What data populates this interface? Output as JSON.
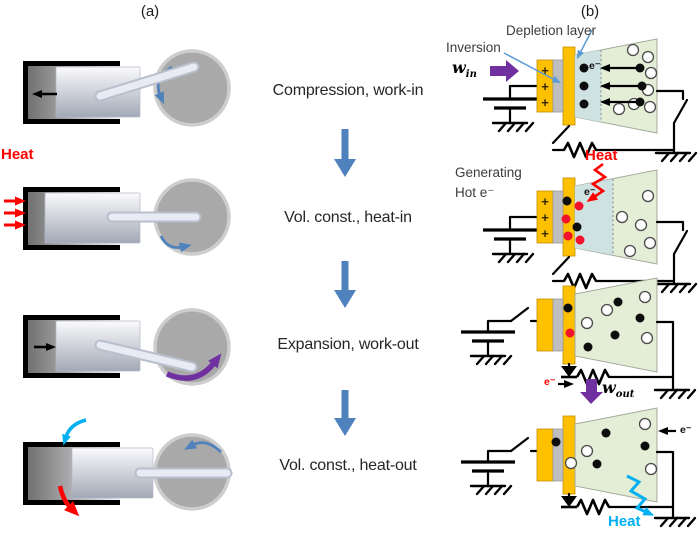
{
  "header": {
    "left": "(a)",
    "right": "(b)"
  },
  "flow_steps": [
    {
      "label": "Compression, work-in"
    },
    {
      "label": "Vol. const., heat-in"
    },
    {
      "label": "Expansion, work-out"
    },
    {
      "label": "Vol. const., heat-out"
    }
  ],
  "device_labels": {
    "depletion_layer": "Depletion layer",
    "inversion": "Inversion",
    "generating_hot_line1": "Generating",
    "generating_hot_line2": "Hot e⁻",
    "heat_in": "Heat",
    "heat_out": "Heat",
    "electron_stage1": "e⁻",
    "electron_stage2": "e⁻",
    "electron_out": "e⁻",
    "electron_in": "e⁻",
    "plus_charge": "+",
    "work_in": {
      "symbol": "w",
      "subscript": "in"
    },
    "work_out": {
      "symbol": "w",
      "subscript": "out"
    }
  },
  "piston_labels": {
    "heat_in": "Heat"
  },
  "colors": {
    "flow_arrow_blue": "#4f81bd",
    "pointer_blue": "#5b9bd5",
    "work_purple": "#7030a0",
    "heat_red": "#ff0000",
    "heat_cyan": "#00b0f0",
    "gate_orange": "#ffc000",
    "oxide_gray": "#bfbfbf",
    "depletion_blue": "#cfe2e2",
    "body_green": "#e4edd6",
    "crank_gray": "#a9a9a9"
  }
}
